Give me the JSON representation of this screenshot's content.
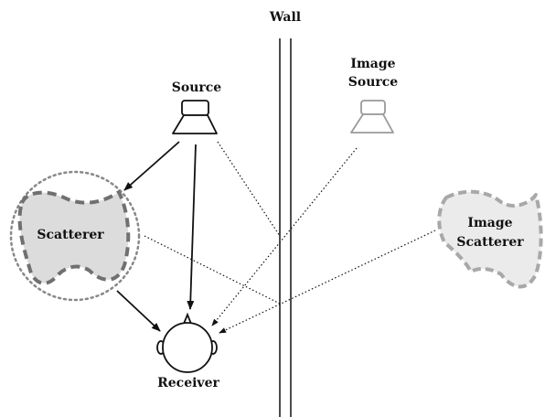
{
  "labels": {
    "wall": "Wall",
    "source": "Source",
    "image_source_line1": "Image",
    "image_source_line2": "Source",
    "scatterer": "Scatterer",
    "image_scatterer_line1": "Image",
    "image_scatterer_line2": "Scatterer",
    "receiver": "Receiver"
  },
  "colors": {
    "ink": "#111111",
    "image_ink": "#9a9a9a",
    "scatterer_fill": "#dcdcdc",
    "scatterer_stroke": "#707070",
    "image_scatterer_fill": "#ebebeb",
    "image_scatterer_stroke": "#a8a8a8",
    "scatter_region": "#888888"
  },
  "icons": {
    "source": "loudspeaker-icon",
    "image_source": "image-loudspeaker-icon",
    "receiver": "listener-head-icon"
  }
}
